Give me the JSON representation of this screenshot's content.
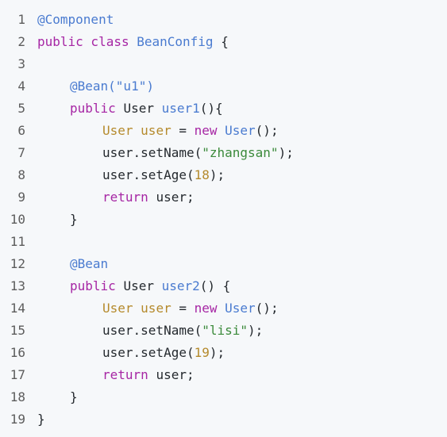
{
  "code": {
    "language": "java",
    "lines": [
      {
        "n": "1",
        "indent": 0,
        "tokens": [
          {
            "t": "@Component",
            "k": "ann"
          }
        ]
      },
      {
        "n": "2",
        "indent": 0,
        "tokens": [
          {
            "t": "public class ",
            "k": "kw"
          },
          {
            "t": "BeanConfig",
            "k": "cls"
          },
          {
            "t": " {",
            "k": "plain"
          }
        ]
      },
      {
        "n": "3",
        "indent": 0,
        "tokens": []
      },
      {
        "n": "4",
        "indent": 1,
        "tokens": [
          {
            "t": "@Bean(",
            "k": "ann"
          },
          {
            "t": "\"u1\"",
            "k": "ann"
          },
          {
            "t": ")",
            "k": "ann"
          }
        ]
      },
      {
        "n": "5",
        "indent": 1,
        "tokens": [
          {
            "t": "public ",
            "k": "kw"
          },
          {
            "t": "User ",
            "k": "plain"
          },
          {
            "t": "user1",
            "k": "fn"
          },
          {
            "t": "(){",
            "k": "plain"
          }
        ]
      },
      {
        "n": "6",
        "indent": 2,
        "tokens": [
          {
            "t": "User ",
            "k": "type"
          },
          {
            "t": "user",
            "k": "var"
          },
          {
            "t": " = ",
            "k": "plain"
          },
          {
            "t": "new ",
            "k": "kw"
          },
          {
            "t": "User",
            "k": "cls"
          },
          {
            "t": "();",
            "k": "plain"
          }
        ]
      },
      {
        "n": "7",
        "indent": 2,
        "tokens": [
          {
            "t": "user.setName(",
            "k": "plain"
          },
          {
            "t": "\"zhangsan\"",
            "k": "str"
          },
          {
            "t": ");",
            "k": "plain"
          }
        ]
      },
      {
        "n": "8",
        "indent": 2,
        "tokens": [
          {
            "t": "user.setAge(",
            "k": "plain"
          },
          {
            "t": "18",
            "k": "num"
          },
          {
            "t": ");",
            "k": "plain"
          }
        ]
      },
      {
        "n": "9",
        "indent": 2,
        "tokens": [
          {
            "t": "return ",
            "k": "kw"
          },
          {
            "t": "user;",
            "k": "plain"
          }
        ]
      },
      {
        "n": "10",
        "indent": 1,
        "tokens": [
          {
            "t": "}",
            "k": "plain"
          }
        ]
      },
      {
        "n": "11",
        "indent": 0,
        "tokens": []
      },
      {
        "n": "12",
        "indent": 1,
        "tokens": [
          {
            "t": "@Bean",
            "k": "ann"
          }
        ]
      },
      {
        "n": "13",
        "indent": 1,
        "tokens": [
          {
            "t": "public ",
            "k": "kw"
          },
          {
            "t": "User ",
            "k": "plain"
          },
          {
            "t": "user2",
            "k": "fn"
          },
          {
            "t": "() {",
            "k": "plain"
          }
        ]
      },
      {
        "n": "14",
        "indent": 2,
        "tokens": [
          {
            "t": "User ",
            "k": "type"
          },
          {
            "t": "user",
            "k": "var"
          },
          {
            "t": " = ",
            "k": "plain"
          },
          {
            "t": "new ",
            "k": "kw"
          },
          {
            "t": "User",
            "k": "cls"
          },
          {
            "t": "();",
            "k": "plain"
          }
        ]
      },
      {
        "n": "15",
        "indent": 2,
        "tokens": [
          {
            "t": "user.setName(",
            "k": "plain"
          },
          {
            "t": "\"lisi\"",
            "k": "str"
          },
          {
            "t": ");",
            "k": "plain"
          }
        ]
      },
      {
        "n": "16",
        "indent": 2,
        "tokens": [
          {
            "t": "user.setAge(",
            "k": "plain"
          },
          {
            "t": "19",
            "k": "num"
          },
          {
            "t": ");",
            "k": "plain"
          }
        ]
      },
      {
        "n": "17",
        "indent": 2,
        "tokens": [
          {
            "t": "return ",
            "k": "kw"
          },
          {
            "t": "user;",
            "k": "plain"
          }
        ]
      },
      {
        "n": "18",
        "indent": 1,
        "tokens": [
          {
            "t": "}",
            "k": "plain"
          }
        ]
      },
      {
        "n": "19",
        "indent": 0,
        "tokens": [
          {
            "t": "}",
            "k": "plain"
          }
        ]
      }
    ]
  },
  "colors": {
    "background": "#f6f8fa",
    "line_number": "#5c5c5c",
    "plain": "#24292e",
    "annotation": "#4a7bd0",
    "keyword": "#a626a4",
    "class_name": "#4a7bd0",
    "string": "#3b8a3b",
    "number": "#b58a2c",
    "type": "#b58a2c"
  }
}
